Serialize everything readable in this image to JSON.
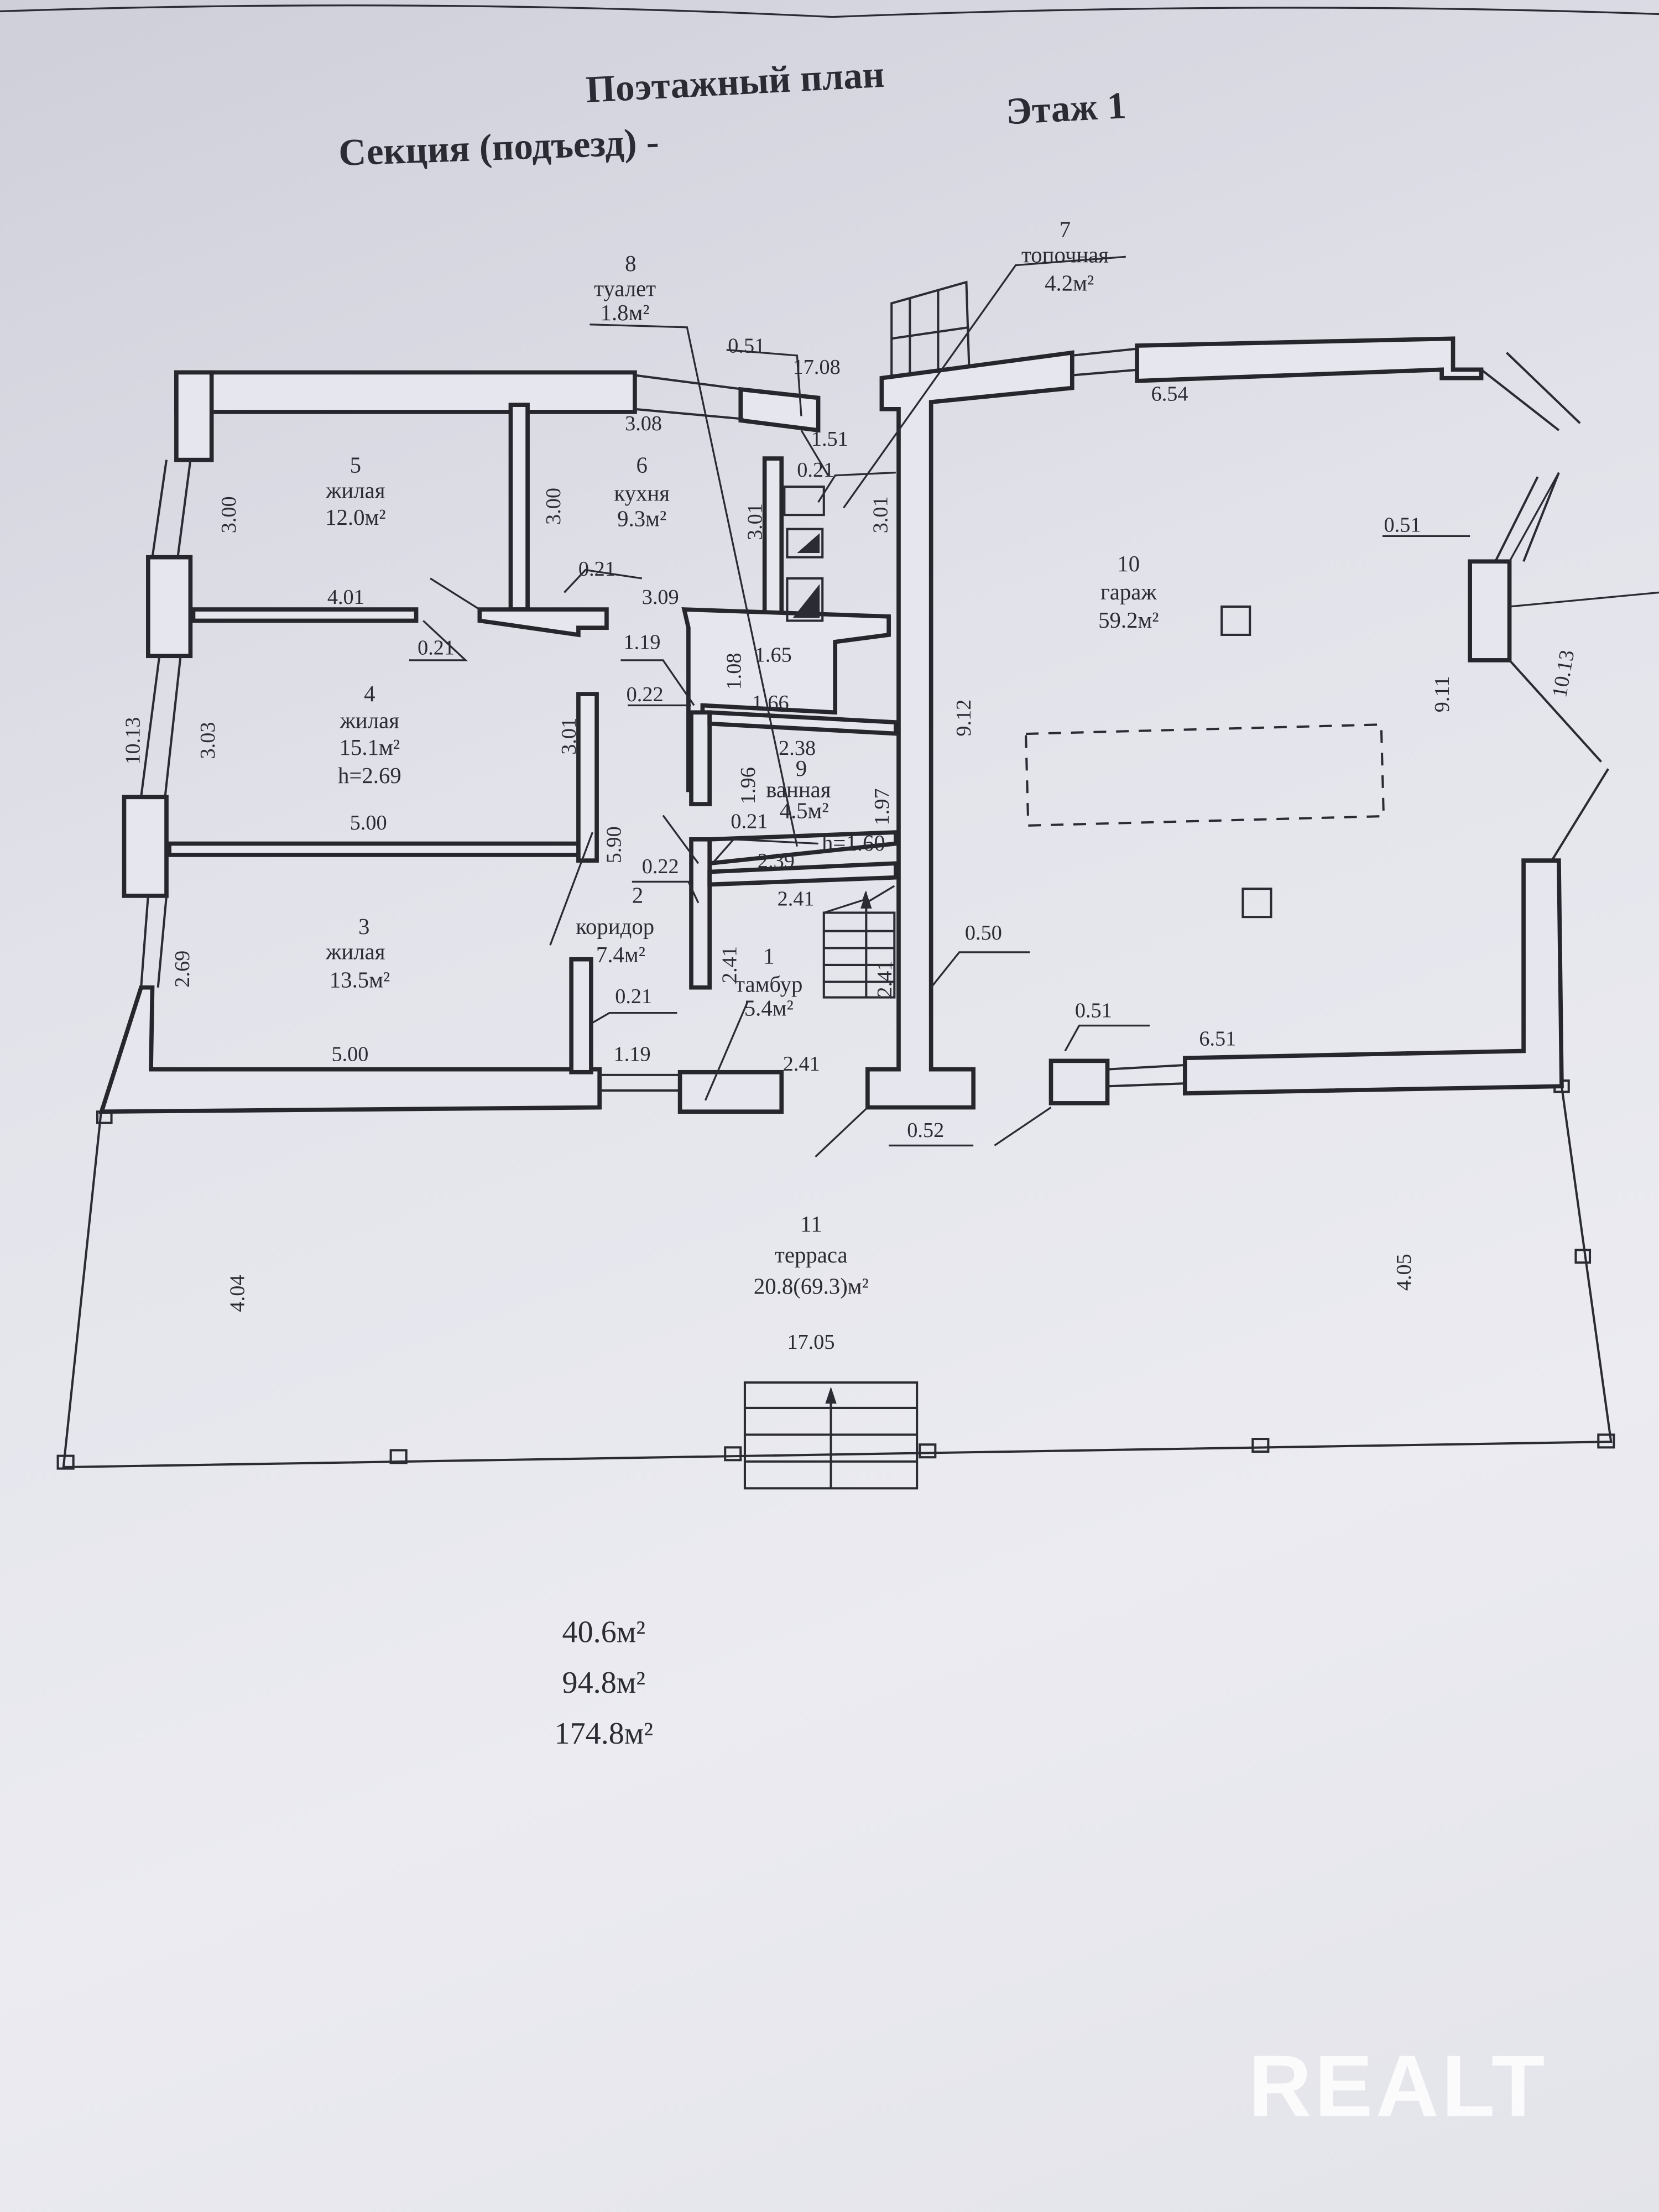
{
  "header": {
    "title": "Поэтажный план",
    "section": "Секция (подъезд) -",
    "floor": "Этаж 1"
  },
  "rooms": [
    {
      "num": "1",
      "name": "тамбур",
      "area": "5.4м²"
    },
    {
      "num": "2",
      "name": "коридор",
      "area": "7.4м²"
    },
    {
      "num": "3",
      "name": "жилая",
      "area": "13.5м²"
    },
    {
      "num": "4",
      "name": "жилая",
      "area": "15.1м²",
      "height": "h=2.69"
    },
    {
      "num": "5",
      "name": "жилая",
      "area": "12.0м²"
    },
    {
      "num": "6",
      "name": "кухня",
      "area": "9.3м²"
    },
    {
      "num": "7",
      "name": "топочная",
      "area": "4.2м²"
    },
    {
      "num": "8",
      "name": "туалет",
      "area": "1.8м²"
    },
    {
      "num": "9",
      "name": "ванная",
      "area": "4.5м²",
      "height": "h=1.60"
    },
    {
      "num": "10",
      "name": "гараж",
      "area": "59.2м²"
    },
    {
      "num": "11",
      "name": "терраса",
      "area": "20.8(69.3)м²"
    }
  ],
  "dims": [
    "3.08",
    "0.51",
    "17.08",
    "1.51",
    "0.21",
    "3.00",
    "3.00",
    "3.01",
    "3.01",
    "4.01",
    "0.21",
    "3.09",
    "0.21",
    "1.19",
    "1.65",
    "1.08",
    "0.22",
    "1.66",
    "3.03",
    "10.13",
    "3.01",
    "2.38",
    "1.96",
    "1.97",
    "9.12",
    "5.00",
    "5.90",
    "0.21",
    "0.22",
    "2.39",
    "2.41",
    "2.69",
    "2.41",
    "2.41",
    "0.50",
    "0.21",
    "0.51",
    "6.51",
    "5.00",
    "1.19",
    "2.41",
    "0.52",
    "4.04",
    "4.05",
    "17.05",
    "6.54",
    "0.51",
    "9.11",
    "10.13"
  ],
  "totals": [
    "40.6м²",
    "94.8м²",
    "174.8м²"
  ],
  "watermark": "REALT"
}
